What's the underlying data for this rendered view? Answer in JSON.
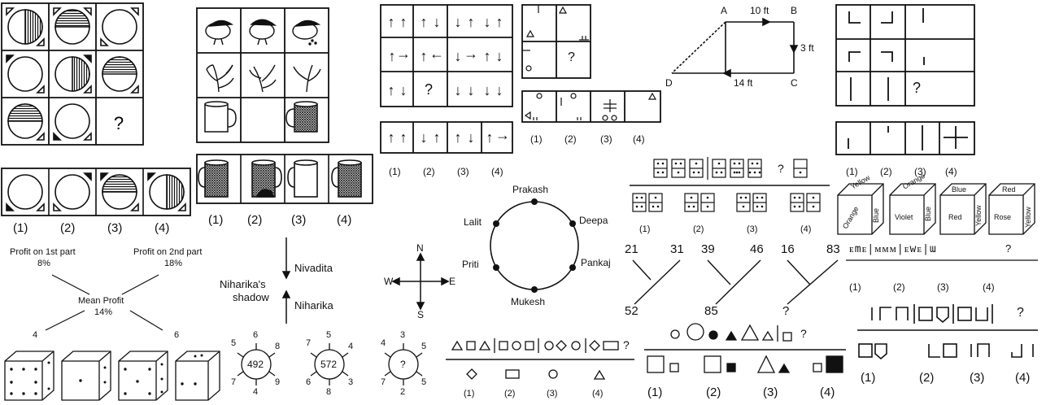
{
  "p1": {
    "question_mark": "?",
    "options": [
      "(1)",
      "(2)",
      "(3)",
      "(4)"
    ]
  },
  "p2": {
    "options": [
      "(1)",
      "(2)",
      "(3)",
      "(4)"
    ]
  },
  "p3": {
    "question_mark": "?",
    "options": [
      "(1)",
      "(2)",
      "(3)",
      "(4)"
    ]
  },
  "p4": {
    "question_mark": "?",
    "options": [
      "(1)",
      "(2)",
      "(3)",
      "(4)"
    ]
  },
  "p5": {
    "A": "A",
    "B": "B",
    "C": "C",
    "D": "D",
    "ab": "10 ft",
    "bc": "3 ft",
    "cd": "14 ft"
  },
  "p6": {
    "question_mark": "?",
    "options": [
      "(1)",
      "(2)",
      "(3)",
      "(4)"
    ]
  },
  "p7": {
    "question_mark": "?",
    "options": [
      "(1)",
      "(2)",
      "(3)",
      "(4)"
    ]
  },
  "p8": {
    "cubes": [
      {
        "top": "Yellow",
        "left": "Orange",
        "right": "Blue"
      },
      {
        "top": "Orange",
        "left": "Violet",
        "right": "Blue"
      },
      {
        "top": "Blue",
        "left": "Red",
        "right": "Yellow"
      },
      {
        "top": "Red",
        "left": "Rose",
        "right": "Yellow"
      }
    ]
  },
  "p9": {
    "question_mark": "?",
    "options": [
      "(1)",
      "(2)",
      "(3)",
      "(4)"
    ]
  },
  "p10": {
    "names": [
      "Prakash",
      "Deepa",
      "Pankaj",
      "Mukesh",
      "Priti",
      "Lalit"
    ]
  },
  "p11": {
    "left_top": "Profit on 1st part",
    "left_pct": "8%",
    "right_top": "Profit on 2nd part",
    "right_pct": "18%",
    "mean": "Mean Profit",
    "mean_pct": "14%",
    "left_num": "4",
    "right_num": "6"
  },
  "p12": {
    "nivadita": "Nivadita",
    "niharika_shadow_1": "Niharika's",
    "niharika_shadow_2": "shadow",
    "niharika": "Niharika"
  },
  "p13": {
    "N": "N",
    "S": "S",
    "E": "E",
    "W": "W"
  },
  "p14": {
    "groups": [
      {
        "top_left": "21",
        "top_right": "31",
        "bottom": "52"
      },
      {
        "top_left": "39",
        "top_right": "46",
        "bottom": "85"
      },
      {
        "top_left": "16",
        "top_right": "83",
        "bottom": "?"
      }
    ]
  },
  "p15": {
    "wheels": [
      {
        "center": "492",
        "spokes": [
          "6",
          "8",
          "9",
          "4",
          "7",
          "5"
        ]
      },
      {
        "center": "572",
        "spokes": [
          "5",
          "4",
          "3",
          "8",
          "6",
          "7"
        ]
      },
      {
        "center": "?",
        "spokes": [
          "3",
          "5",
          "5",
          "2",
          "7",
          "4"
        ]
      }
    ]
  },
  "p16": {
    "question_mark": "?",
    "options": [
      "(1)",
      "(2)",
      "(3)",
      "(4)"
    ]
  },
  "p17": {
    "question_mark": "?",
    "options": [
      "(1)",
      "(2)",
      "(3)",
      "(4)"
    ]
  },
  "p18": {
    "question_mark": "?",
    "options": [
      "(1)",
      "(2)",
      "(3)",
      "(4)"
    ]
  }
}
